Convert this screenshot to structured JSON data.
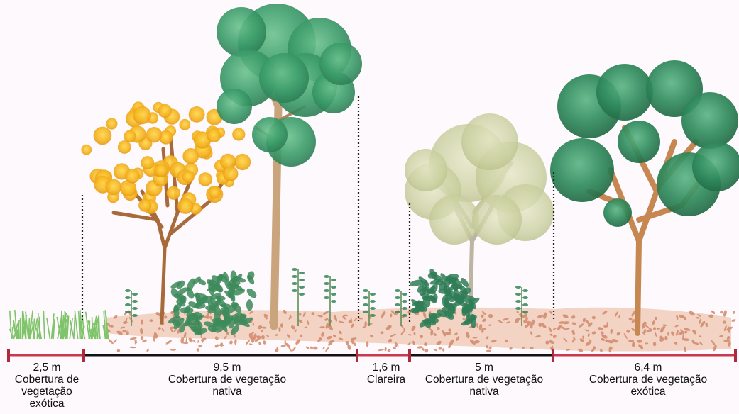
{
  "colors": {
    "background": "#fdf9fc",
    "exotic_segment": "#c8384e",
    "native_segment": "#111111",
    "ticks": "#b0283c",
    "leaf_litter": "#d99a7c",
    "grass": "#8ccf76",
    "ipe_flowers": "#f2b92a",
    "tree_green": "#3f9e6a",
    "pale_tree": "#c9cf9e"
  },
  "segments": [
    {
      "id": "seg-1",
      "distance": "2,5 m",
      "lines": [
        "Cobertura de",
        "vegetação",
        "exótica"
      ],
      "type": "exotic"
    },
    {
      "id": "seg-2",
      "distance": "9,5 m",
      "lines": [
        "Cobertura de vegetação",
        "nativa"
      ],
      "type": "native"
    },
    {
      "id": "seg-3",
      "distance": "1,6 m",
      "lines": [
        "Clareira"
      ],
      "type": "gap"
    },
    {
      "id": "seg-4",
      "distance": "5 m",
      "lines": [
        "Cobertura de vegetação",
        "nativa"
      ],
      "type": "native"
    },
    {
      "id": "seg-5",
      "distance": "6,4 m",
      "lines": [
        "Cobertura de vegetação",
        "exótica"
      ],
      "type": "exotic"
    }
  ]
}
